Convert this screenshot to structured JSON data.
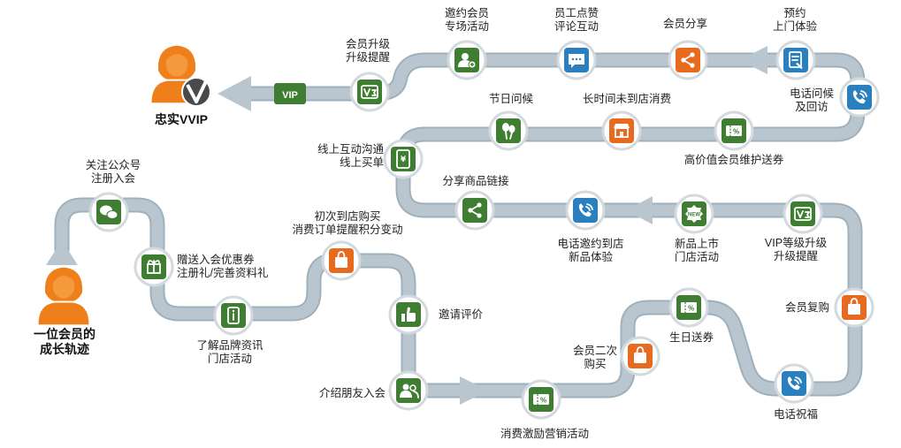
{
  "colors": {
    "track": "#b9c6cf",
    "trackDark": "#9fb0bb",
    "green": "#3f7d32",
    "blue": "#2a7fbf",
    "orange": "#e86a1f",
    "person": "#ef7f1a",
    "nodeRing": "#d3dadf"
  },
  "start": {
    "line1": "一位会员的",
    "line2": "成长轨迹"
  },
  "end": {
    "label": "忠实VVIP"
  },
  "badge": {
    "vip_text": "VIP"
  },
  "nodes": [
    {
      "id": "follow",
      "icon": "wechat-icon",
      "color": "green",
      "line1": "关注公众号",
      "line2": "注册入会"
    },
    {
      "id": "gift",
      "icon": "gift-icon",
      "color": "green",
      "line1": "赠送入会优惠券",
      "line2": "注册礼/完善资料礼"
    },
    {
      "id": "info",
      "icon": "info-phone-icon",
      "color": "green",
      "line1": "了解品牌资讯",
      "line2": "门店活动"
    },
    {
      "id": "firstbuy",
      "icon": "shopping-bag-icon",
      "color": "orange",
      "line1": "初次到店购买",
      "line2": "消费订单提醒积分变动"
    },
    {
      "id": "review",
      "icon": "thumbs-up-icon",
      "color": "green",
      "line1": "邀请评价",
      "line2": ""
    },
    {
      "id": "refer",
      "icon": "friends-icon",
      "color": "green",
      "line1": "介绍朋友入会",
      "line2": ""
    },
    {
      "id": "incentive",
      "icon": "coupon-icon",
      "color": "green",
      "line1": "消费激励营销活动",
      "line2": ""
    },
    {
      "id": "second",
      "icon": "shopping-bag-icon",
      "color": "orange",
      "line1": "会员二次",
      "line2": "购买"
    },
    {
      "id": "birthday",
      "icon": "coupon-icon",
      "color": "green",
      "line1": "生日送券",
      "line2": ""
    },
    {
      "id": "bless",
      "icon": "phone-icon",
      "color": "blue",
      "line1": "电话祝福",
      "line2": ""
    },
    {
      "id": "rebuy",
      "icon": "shopping-bag-icon",
      "color": "orange",
      "line1": "会员复购",
      "line2": ""
    },
    {
      "id": "vipup",
      "icon": "vip-upgrade-icon",
      "color": "green",
      "line1": "VIP等级升级",
      "line2": "升级提醒"
    },
    {
      "id": "newprod",
      "icon": "new-badge-icon",
      "color": "green",
      "line1": "新品上市",
      "line2": "门店活动"
    },
    {
      "id": "invite",
      "icon": "phone-icon",
      "color": "blue",
      "line1": "电话邀约到店",
      "line2": "新品体验"
    },
    {
      "id": "share",
      "icon": "share-icon",
      "color": "green",
      "line1": "分享商品链接",
      "line2": ""
    },
    {
      "id": "online",
      "icon": "mobile-pay-icon",
      "color": "green",
      "line1": "线上互动沟通",
      "line2": "线上买单"
    },
    {
      "id": "holiday",
      "icon": "balloons-icon",
      "color": "green",
      "line1": "节日问候",
      "line2": ""
    },
    {
      "id": "longtime",
      "icon": "store-icon",
      "color": "orange",
      "line1": "长时间未到店消费",
      "line2": ""
    },
    {
      "id": "highvalue",
      "icon": "coupon-icon",
      "color": "green",
      "line1": "高价值会员维护送券",
      "line2": ""
    },
    {
      "id": "callback",
      "icon": "phone-icon",
      "color": "blue",
      "line1": "电话问候",
      "line2": "及回访"
    },
    {
      "id": "booking",
      "icon": "booking-icon",
      "color": "blue",
      "line1": "预约",
      "line2": "上门体验"
    },
    {
      "id": "membershare",
      "icon": "share-icon",
      "color": "orange",
      "line1": "会员分享",
      "line2": ""
    },
    {
      "id": "staffpraise",
      "icon": "chat-icon",
      "color": "blue",
      "line1": "员工点赞",
      "line2": "评论互动"
    },
    {
      "id": "exclusive",
      "icon": "add-user-icon",
      "color": "green",
      "line1": "邀约会员",
      "line2": "专场活动"
    },
    {
      "id": "upgrade",
      "icon": "vip-upgrade-icon",
      "color": "green",
      "line1": "会员升级",
      "line2": "升级提醒"
    }
  ]
}
